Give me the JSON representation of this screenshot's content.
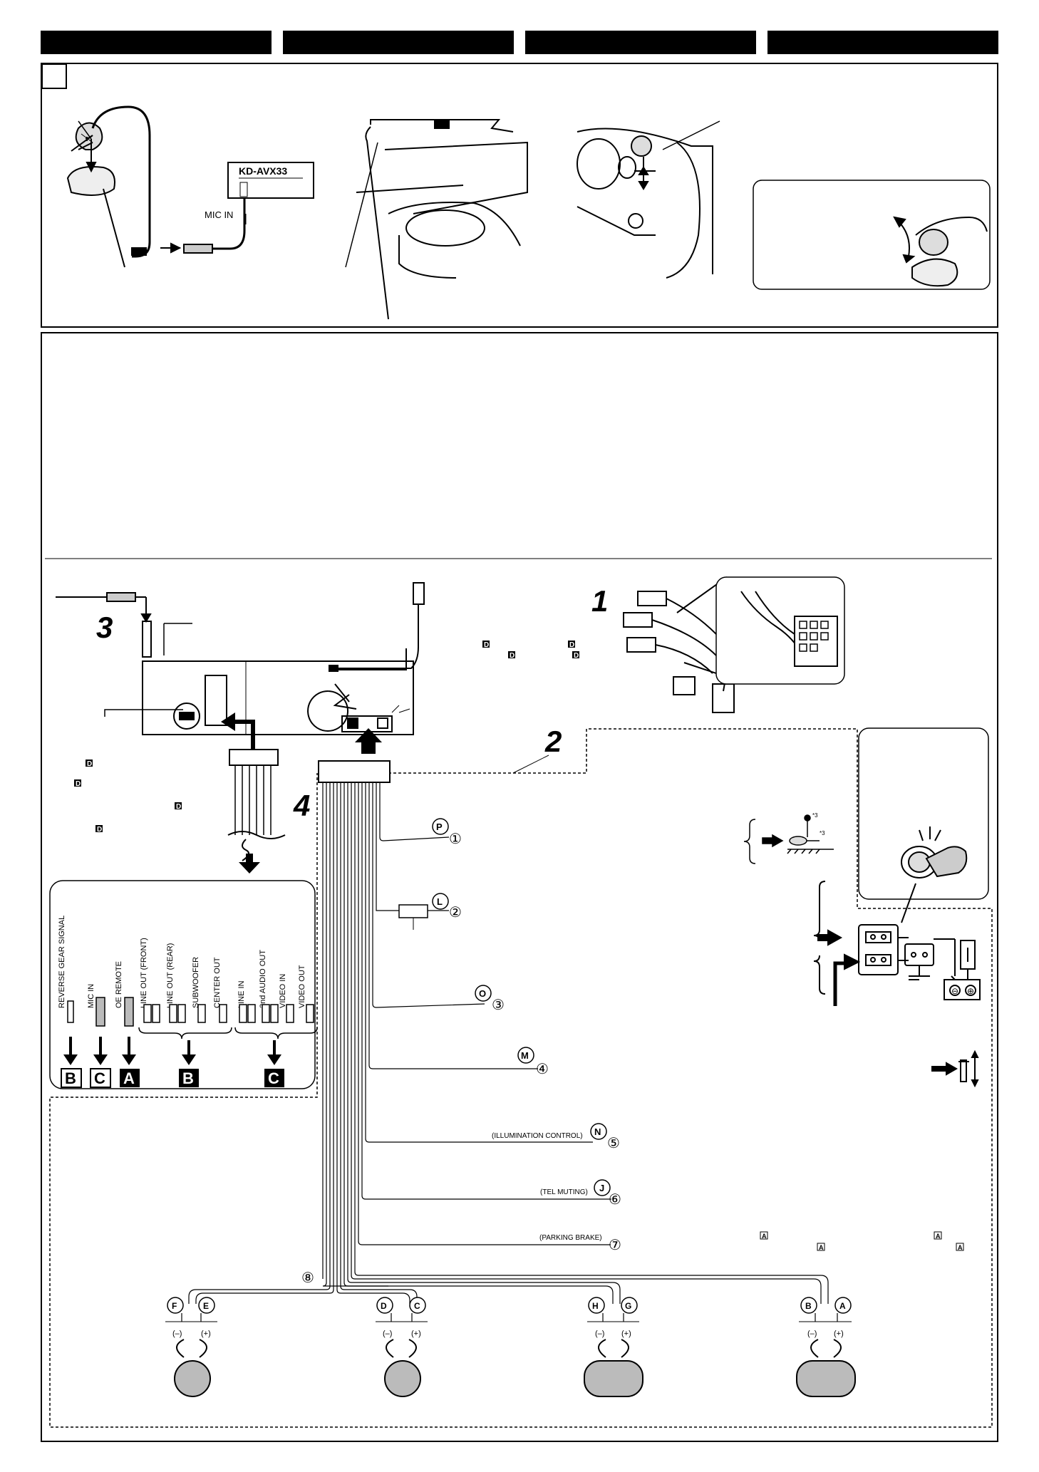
{
  "header": {
    "tabs": [
      "",
      "",
      "",
      ""
    ]
  },
  "mic_section": {
    "model_label": "KD-AVX33",
    "mic_in_label": "MIC IN"
  },
  "wiring": {
    "step_numbers": [
      "1",
      "2",
      "3",
      "4"
    ],
    "rear_jacks": [
      "REVERSE GEAR SIGNAL",
      "MIC IN",
      "OE REMOTE",
      "LINE OUT (FRONT)",
      "LINE OUT (REAR)",
      "SUBWOOFER",
      "CENTER OUT",
      "LINE IN",
      "2nd AUDIO OUT",
      "VIDEO IN",
      "VIDEO OUT"
    ],
    "jack_letters": [
      "B",
      "C",
      "A",
      "B",
      "C"
    ],
    "leads": [
      {
        "letter": "P",
        "num": "①",
        "label": ""
      },
      {
        "letter": "L",
        "num": "②",
        "label": ""
      },
      {
        "letter": "O",
        "num": "③",
        "label": ""
      },
      {
        "letter": "M",
        "num": "④",
        "label": ""
      },
      {
        "letter": "N",
        "num": "⑤",
        "label": "(ILLUMINATION CONTROL)"
      },
      {
        "letter": "J",
        "num": "⑥",
        "label": "(TEL MUTING)"
      },
      {
        "letter": "",
        "num": "⑦",
        "label": "(PARKING BRAKE)"
      }
    ],
    "harness_num": "⑧",
    "speakers": [
      {
        "neg": "F",
        "pos": "E"
      },
      {
        "neg": "D",
        "pos": "C"
      },
      {
        "neg": "H",
        "pos": "G"
      },
      {
        "neg": "B",
        "pos": "A"
      }
    ],
    "polarity": {
      "neg": "(–)",
      "pos": "(+)"
    },
    "small_markers": {
      "d": "D",
      "a": "A"
    },
    "screw_note": "*3",
    "battery_signs": {
      "neg": "⊖",
      "pos": "⊕"
    }
  }
}
